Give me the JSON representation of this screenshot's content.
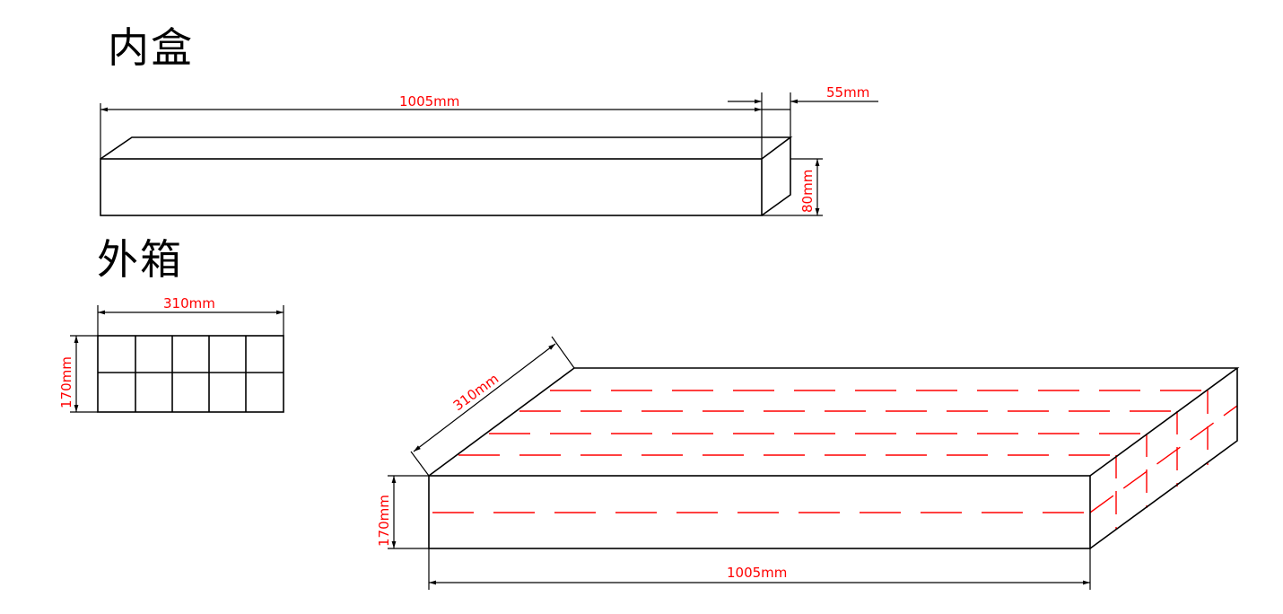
{
  "inner_box": {
    "title": "内盒",
    "length_label": "1005mm",
    "depth_label": "55mm",
    "height_label": "80mm"
  },
  "outer_box": {
    "title": "外箱",
    "front_width_label": "310mm",
    "front_height_label": "170mm",
    "grid": {
      "columns": 5,
      "rows": 2
    },
    "iso_depth_label": "310mm",
    "iso_height_label": "170mm",
    "iso_length_label": "1005mm"
  },
  "colors": {
    "outline": "#000000",
    "dimension_text": "#ff0000",
    "hidden_lines": "#ff0000"
  }
}
